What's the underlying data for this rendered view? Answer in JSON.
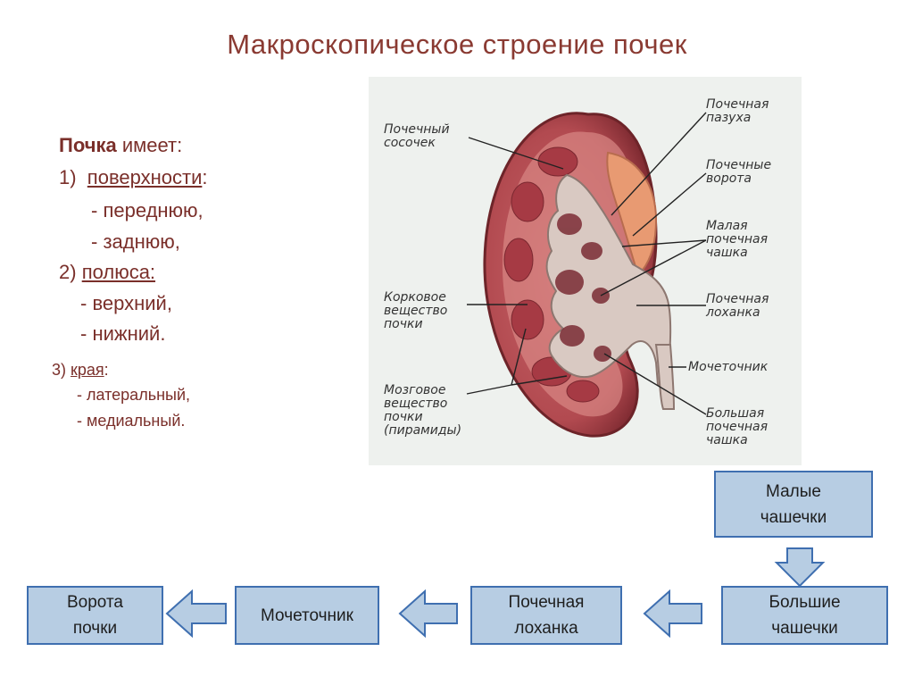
{
  "title": "Макроскопическое  строение почек",
  "outline": {
    "heading_bold": "Почка",
    "heading_rest": " имеет:",
    "item1_num": "1)  ",
    "item1_label": "поверхности",
    "item1_colon": ":",
    "item1_sub1": "- переднюю,",
    "item1_sub2": "- заднюю,",
    "item2_num": "2) ",
    "item2_label": "полюса:",
    "item2_sub1": "- верхний,",
    "item2_sub2": "- нижний.",
    "item3_num": "3) ",
    "item3_label": "края",
    "item3_colon": ":",
    "item3_sub1": "- латеральный,",
    "item3_sub2": "- медиальный."
  },
  "figure_labels": {
    "papilla": [
      "Почечный",
      "сосочек"
    ],
    "sinus": [
      "Почечная",
      "пазуха"
    ],
    "hilum": [
      "Почечные",
      "ворота"
    ],
    "minor_calyx": [
      "Малая",
      "почечная",
      "чашка"
    ],
    "cortex": [
      "Корковое",
      "вещество",
      "почки"
    ],
    "pelvis": [
      "Почечная",
      "лоханка"
    ],
    "ureter": [
      "Мочеточник"
    ],
    "medulla": [
      "Мозговое",
      "вещество",
      "почки",
      "(пирамиды)"
    ],
    "major_calyx": [
      "Большая",
      "почечная",
      "чашка"
    ]
  },
  "flow": {
    "minor_calyces": [
      "Малые",
      "чашечки"
    ],
    "major_calyces": [
      "Большие",
      "чашечки"
    ],
    "pelvis": [
      "Почечная",
      "лоханка"
    ],
    "ureter": [
      "Мочеточник"
    ],
    "hilum": [
      "Ворота",
      "почки"
    ]
  },
  "colors": {
    "title_text": "#8a3a32",
    "box_fill": "#b7cde3",
    "box_border": "#3f6fb0"
  }
}
